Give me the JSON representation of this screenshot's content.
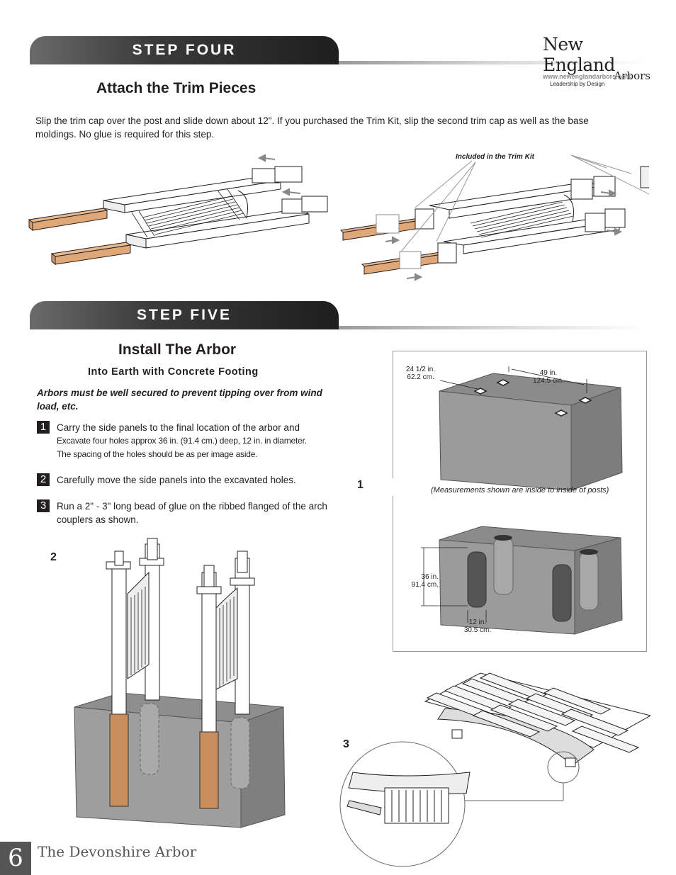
{
  "logo": {
    "name": "New England",
    "sub": "Arbors",
    "tagline": "Leadership by Design",
    "url": "www.newenglandarbors.com"
  },
  "step_four": {
    "banner": "STEP FOUR",
    "heading": "Attach the Trim Pieces",
    "text": "Slip the trim cap over the post and slide down about 12\". If you purchased the Trim Kit, slip the second trim cap as well as the base moldings. No glue is required for this step.",
    "trim_kit_label": "Included in the Trim Kit"
  },
  "step_five": {
    "banner": "STEP FIVE",
    "heading": "Install The Arbor",
    "subheading": "Into Earth with Concrete Footing",
    "warning": "Arbors must be well secured to prevent tipping over from wind load, etc.",
    "steps": [
      {
        "num": "1",
        "line1": "Carry the side panels to the final location of the arbor and",
        "line2": "Excavate four holes approx 36 in. (91.4 cm.) deep, 12 in. in diameter.",
        "line3": "The spacing of the holes should be as per image aside."
      },
      {
        "num": "2",
        "text": "Carefully move the side panels into the excavated holes."
      },
      {
        "num": "3",
        "text": "Run a 2\" - 3\" long bead of glue on the ribbed flanged of the arch couplers as shown."
      }
    ]
  },
  "diagram": {
    "label_1": "1",
    "label_2": "2",
    "label_3": "3",
    "dim_width_in": "24 1/2 in.",
    "dim_width_cm": "62.2 cm.",
    "dim_length_in": "49 in.",
    "dim_length_cm": "124.5 cm.",
    "note": "(Measurements shown are inside to inside of posts)",
    "dim_depth_in": "36 in.",
    "dim_depth_cm": "91.4 cm.",
    "dim_dia_in": "12 in.",
    "dim_dia_cm": "30.5 cm."
  },
  "footer": {
    "page": "6",
    "title": "The Devonshire Arbor"
  }
}
